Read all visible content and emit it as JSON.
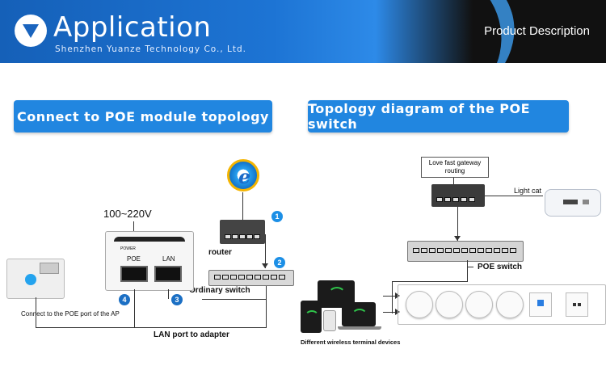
{
  "banner": {
    "title": "Application",
    "subtitle": "Shenzhen Yuanze Technology Co., Ltd.",
    "right_label": "Product Description"
  },
  "left_section": {
    "header": "Connect to POE module topology",
    "voltage": "100~220V",
    "adapter_power": "POWER",
    "adapter_poe": "POE",
    "adapter_lan": "LAN",
    "router_label": "router",
    "switch_label": "Ordinary switch",
    "ap_label": "Connect to the POE port of the AP",
    "lan_adapter_label": "LAN port to adapter",
    "steps": [
      "1",
      "2",
      "3",
      "4"
    ]
  },
  "right_section": {
    "header": "Topology diagram of the POE switch",
    "gateway_callout": "Love fast gateway routing",
    "light_cat_label": "Light cat",
    "poe_switch_label": "POE switch",
    "devices_label": "Different wireless terminal devices"
  },
  "colors": {
    "accent": "#2186e0",
    "step_badge": "#1c8fe6",
    "wifi": "#2fc44a"
  }
}
